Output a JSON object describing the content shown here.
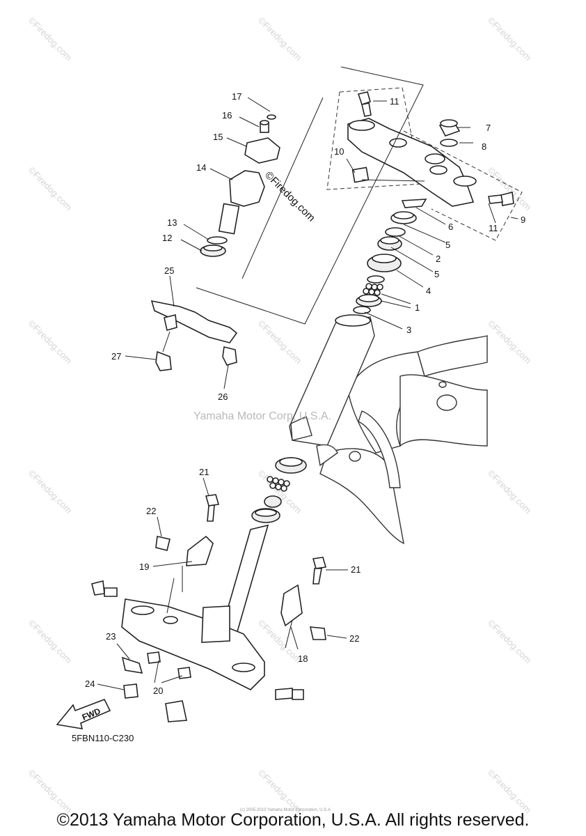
{
  "diagram": {
    "labels": [
      "1",
      "2",
      "3",
      "4",
      "5",
      "5",
      "6",
      "7",
      "8",
      "9",
      "10",
      "11",
      "11",
      "12",
      "13",
      "14",
      "15",
      "16",
      "17",
      "18",
      "19",
      "20",
      "21",
      "21",
      "22",
      "22",
      "23",
      "24",
      "25",
      "26",
      "27"
    ],
    "diagram_code": "5FBN110-C230",
    "center_watermark": "Yamaha Motor Corp, U.S.A.",
    "site_watermark": "Firedog.com",
    "site_watermark_center": "©Firedog.com",
    "fwd_label": "FWD",
    "small_copyright": "(c) 2005-2013 Yamaha Motor Corporation, U.S.A.",
    "copyright": "©2013 Yamaha Motor Corporation, U.S.A. All rights reserved."
  }
}
